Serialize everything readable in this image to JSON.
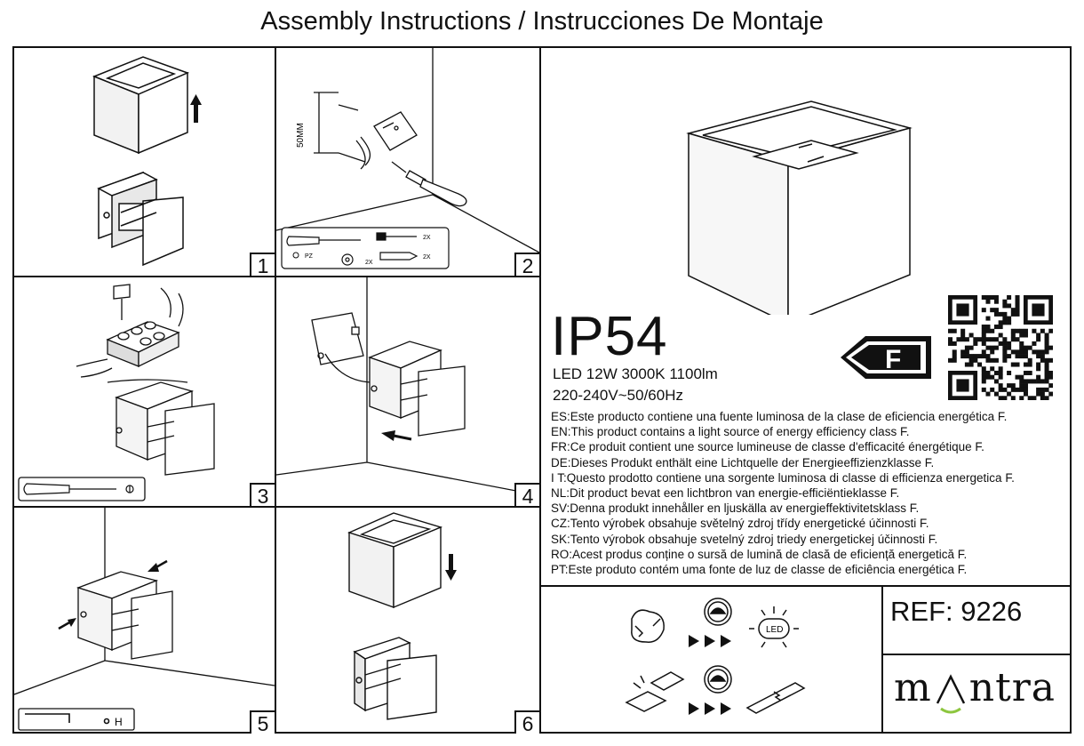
{
  "header": {
    "title": "Assembly Instructions / Instrucciones De Montaje"
  },
  "steps": [
    {
      "number": "1"
    },
    {
      "number": "2"
    },
    {
      "number": "3"
    },
    {
      "number": "4"
    },
    {
      "number": "5"
    },
    {
      "number": "6"
    }
  ],
  "step2": {
    "dimension": "50MM",
    "tool_label": "PZ",
    "screw_qty": "2X",
    "plug_qty": "2X",
    "plug_qty_left": "2X"
  },
  "step5": {
    "tool_label": "H"
  },
  "product": {
    "ip_rating": "IP54",
    "spec_line1": "LED 12W 3000K 1100lm",
    "spec_line2": "220-240V~50/60Hz",
    "energy_class": "F"
  },
  "efficiency_statements": [
    "ES:Este producto contiene una fuente luminosa de la clase de eficiencia energética F.",
    "EN:This product contains a light source of energy efficiency class F.",
    "FR:Ce produit contient une source lumineuse de classe d'efficacité énergétique F.",
    "DE:Dieses Produkt enthält eine Lichtquelle der Energieeffizienzklasse F.",
    "I T:Questo prodotto contiene una sorgente luminosa di classe di efficienza energetica F.",
    "NL:Dit product bevat een lichtbron van energie-efficiëntieklasse F.",
    "SV:Denna produkt innehåller en ljuskälla av energieffektivitetsklass F.",
    "CZ:Tento výrobek obsahuje světelný zdroj třídy energetické účinnosti F.",
    "SK:Tento výrobok obsahuje svetelný zdroj triedy energetickej účinnosti F.",
    "RO:Acest produs conține o sursă de lumină de clasă de eficiență energetică F.",
    "PT:Este produto contém uma fonte de luz de classe de eficiência energética F."
  ],
  "service_icons": {
    "led_label": "LED"
  },
  "reference": {
    "text": "REF: 9226"
  },
  "brand": {
    "name_left": "m",
    "name_right": "ntra"
  },
  "icons": [
    "arrow-up-icon",
    "arrow-down-icon",
    "screwdriver-icon",
    "hex-key-icon",
    "qr-code-icon",
    "energy-arrow-icon",
    "led-icon",
    "technician-icon",
    "driver-icon",
    "recycle-led-icon"
  ],
  "colors": {
    "line": "#111111",
    "brand_accent": "#8dc63f"
  }
}
